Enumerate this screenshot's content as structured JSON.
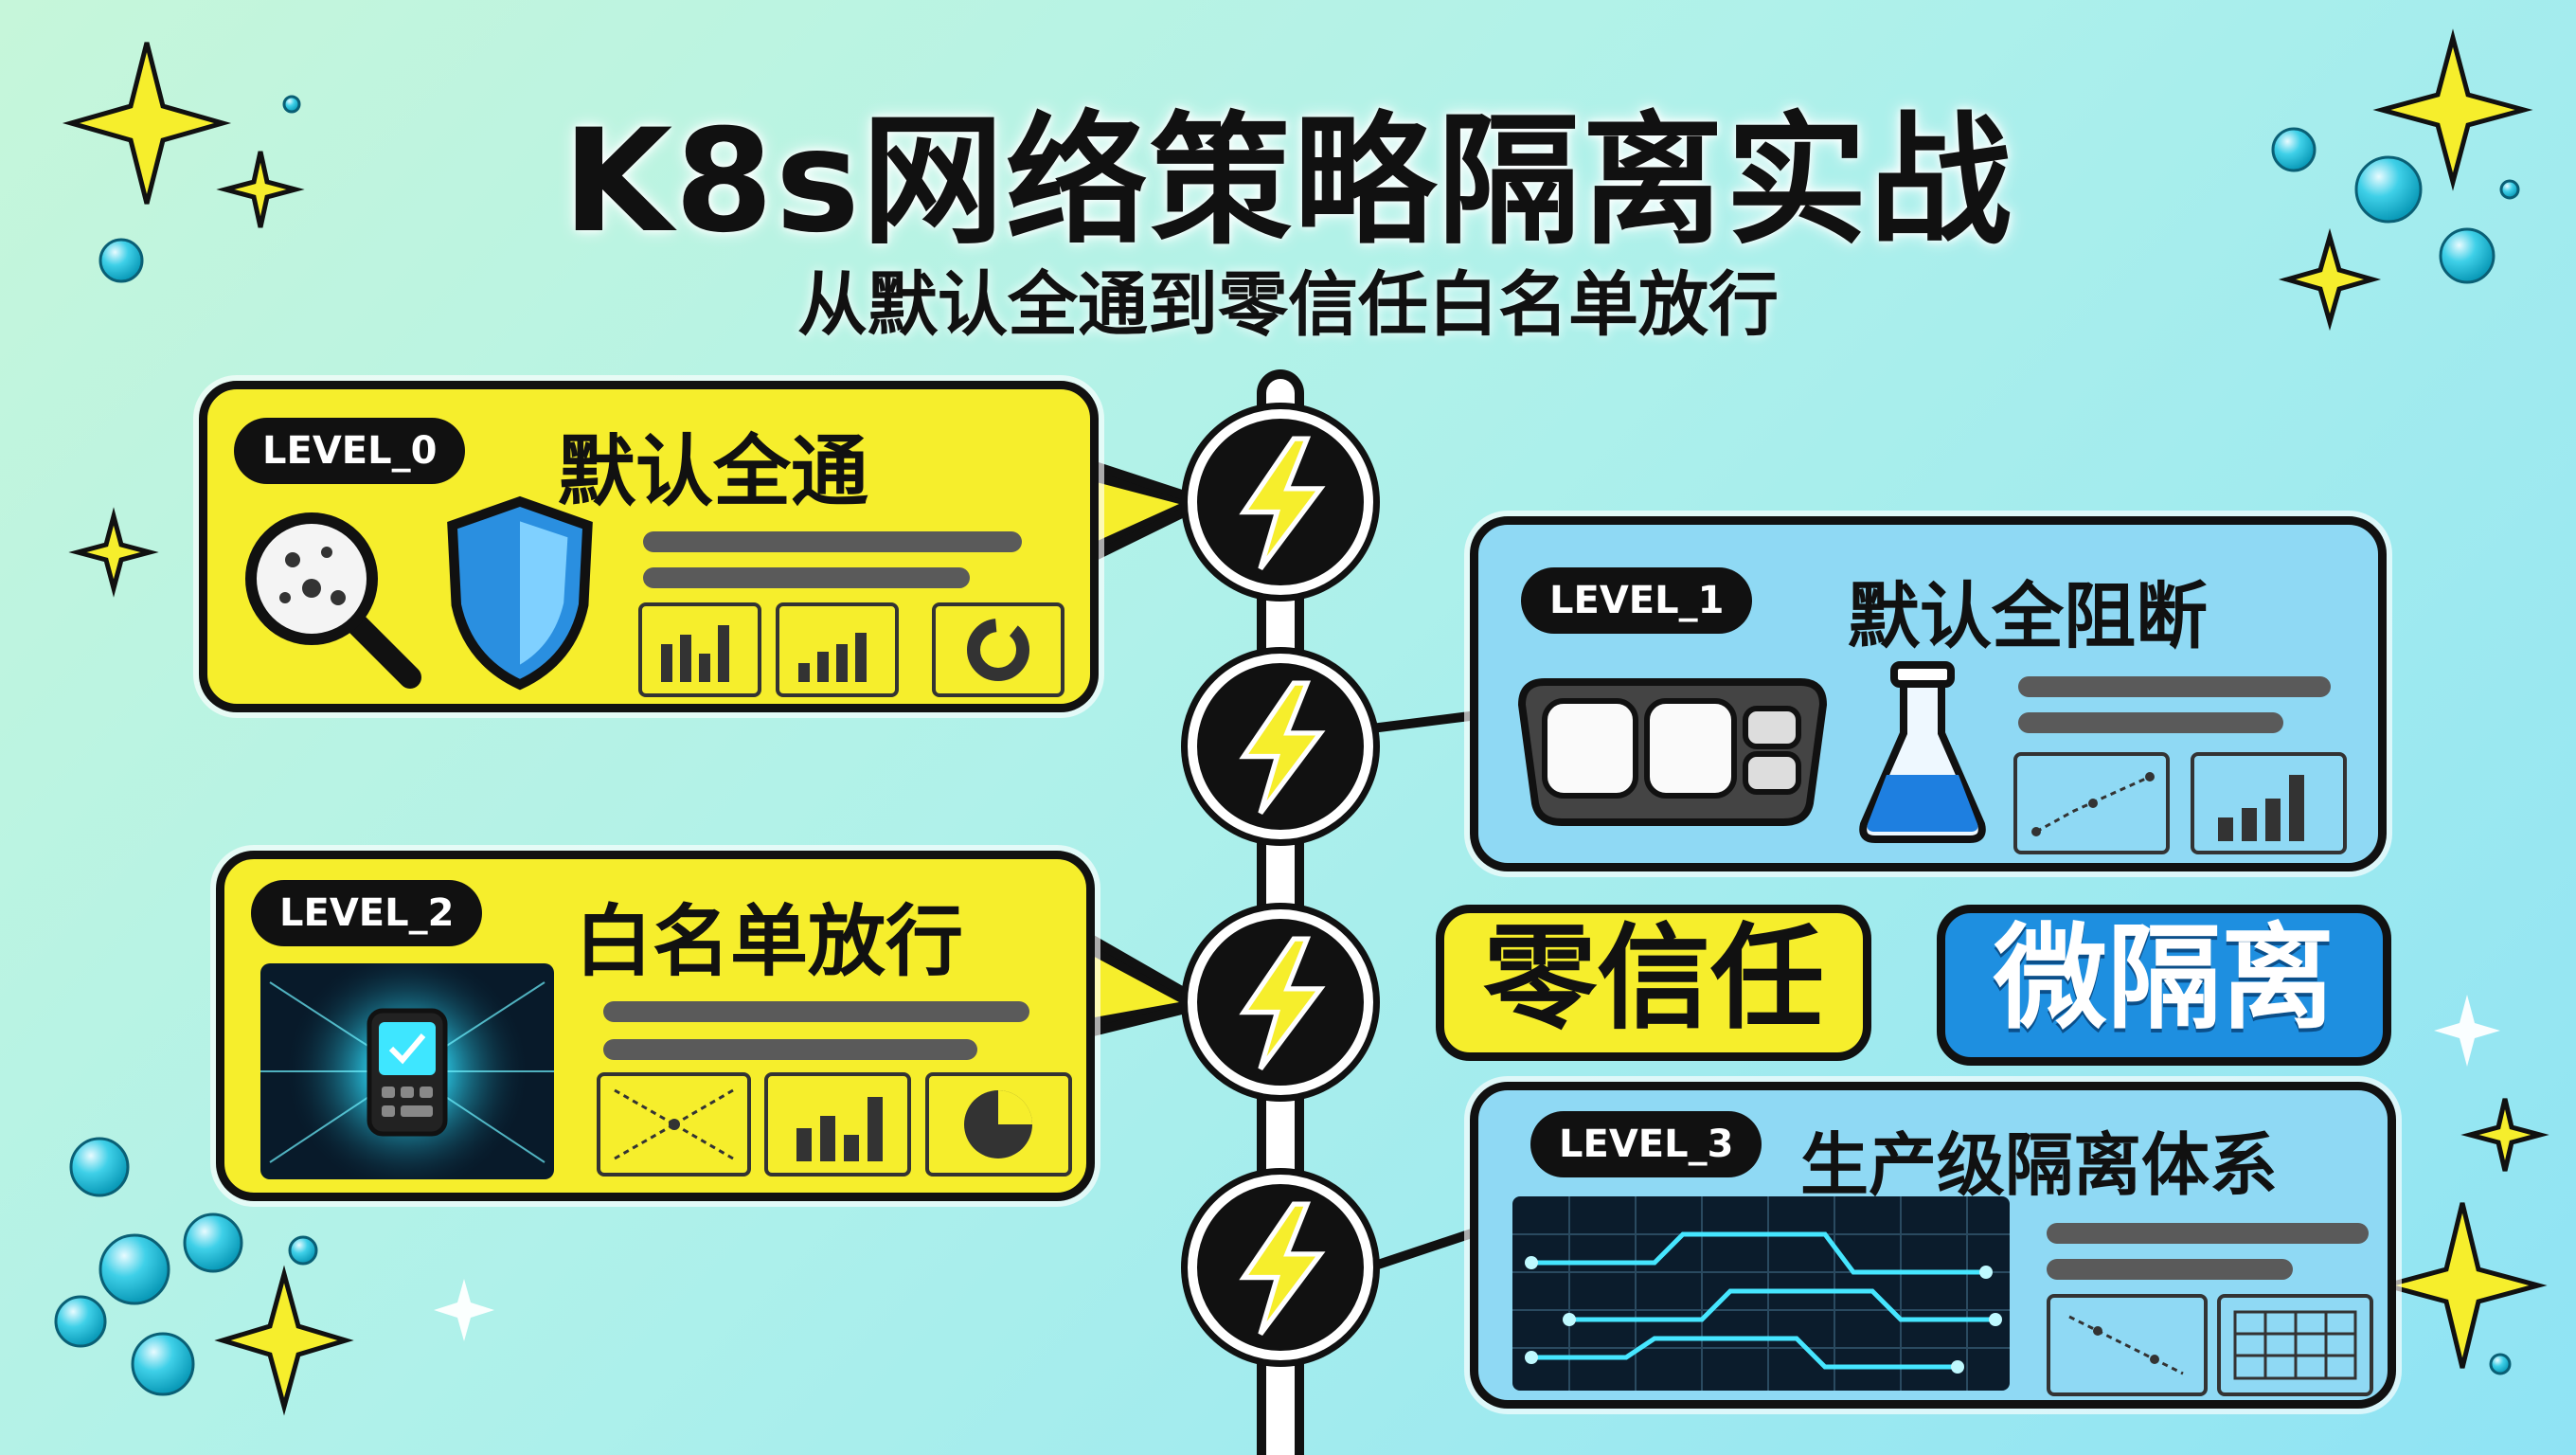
{
  "header": {
    "title": "K8s网络策略隔离实战",
    "subtitle": "从默认全通到零信任白名单放行"
  },
  "levels": [
    {
      "badge": "LEVEL_0",
      "title": "默认全通",
      "color": "#f6ee2c"
    },
    {
      "badge": "LEVEL_1",
      "title": "默认全阻断",
      "color": "#8fd9f4"
    },
    {
      "badge": "LEVEL_2",
      "title": "白名单放行",
      "color": "#f6ee2c"
    },
    {
      "badge": "LEVEL_3",
      "title": "生产级隔离体系",
      "color": "#8fd9f4"
    }
  ],
  "tags": {
    "zero_trust": "零信任",
    "micro_isolation": "微隔离"
  },
  "icons": {
    "level0": [
      "magnifier-bug-icon",
      "shield-icon",
      "bar-chart-icon",
      "bar-chart-icon",
      "donut-chart-icon"
    ],
    "level1": [
      "tray-icon",
      "flask-icon",
      "scatter-chart-icon",
      "bar-chart-icon"
    ],
    "level2": [
      "secure-device-icon",
      "network-graph-icon",
      "bar-chart-icon",
      "pie-chart-icon"
    ],
    "level3": [
      "circuit-board-icon",
      "scatter-chart-icon",
      "table-grid-icon"
    ],
    "timeline_node": "lightning-icon"
  },
  "colors": {
    "yellow": "#f6ee2c",
    "blue": "#8fd9f4",
    "blue_tag": "#1e8fe0",
    "ink": "#111111"
  }
}
